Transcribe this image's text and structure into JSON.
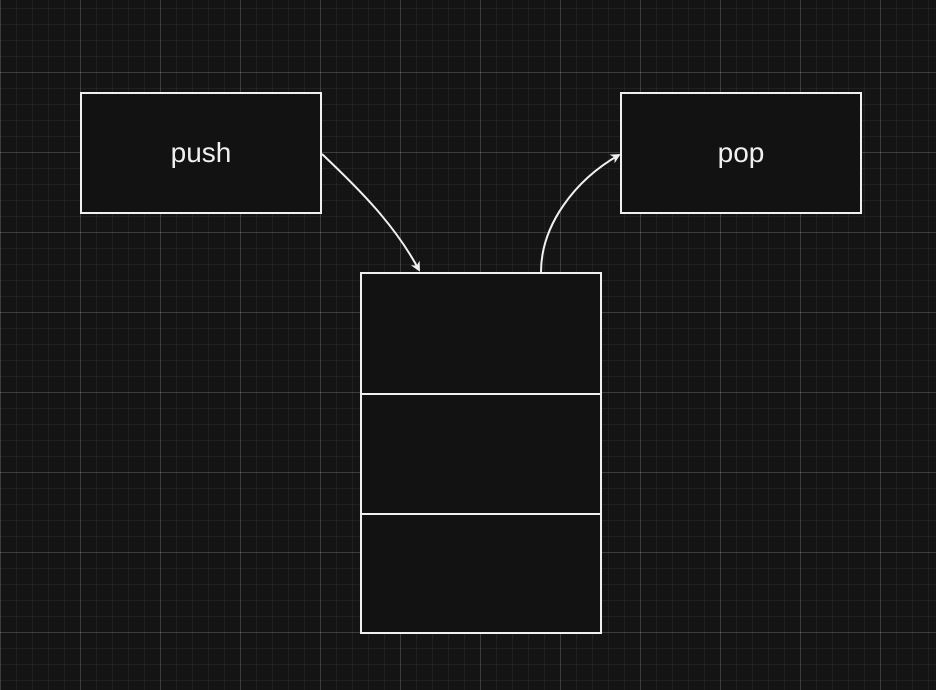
{
  "diagram": {
    "nodes": {
      "push": {
        "label": "push"
      },
      "pop": {
        "label": "pop"
      },
      "stack": {
        "slots": 3
      }
    },
    "edges": [
      {
        "from": "push",
        "to": "stack"
      },
      {
        "from": "stack",
        "to": "pop"
      }
    ],
    "colors": {
      "background": "#141414",
      "stroke": "#f0f0f0",
      "text": "#f0f0f0"
    }
  }
}
